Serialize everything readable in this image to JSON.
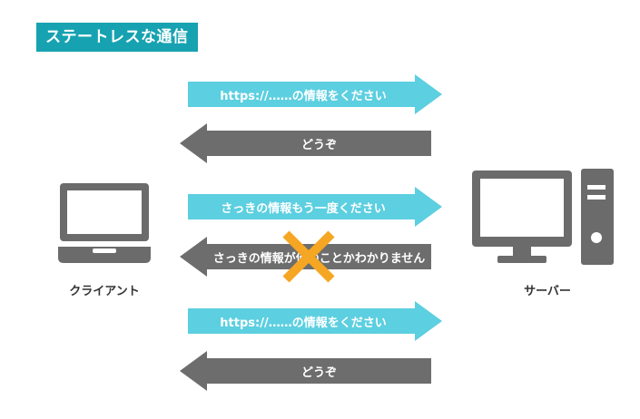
{
  "title": "ステートレスな通信",
  "client": {
    "label": "クライアント",
    "icon": "laptop-icon"
  },
  "server": {
    "label": "サーバー",
    "icon": "server-computer-icon"
  },
  "messages": [
    {
      "direction": "to-server",
      "text": "https://……の情報をください"
    },
    {
      "direction": "to-client",
      "text": "どうぞ"
    },
    {
      "direction": "to-server",
      "text": "さっきの情報もう一度ください"
    },
    {
      "direction": "to-client",
      "text": "さっきの情報が何のことかわかりません",
      "marked": "x-icon"
    },
    {
      "direction": "to-server",
      "text": "https://……の情報をください"
    },
    {
      "direction": "to-client",
      "text": "どうぞ"
    }
  ],
  "colors": {
    "title_bg": "#17a2b1",
    "request_arrow": "#5ccfe0",
    "response_arrow": "#6d6d6d",
    "device": "#6b6b6b",
    "x_mark": "#f5a623"
  }
}
